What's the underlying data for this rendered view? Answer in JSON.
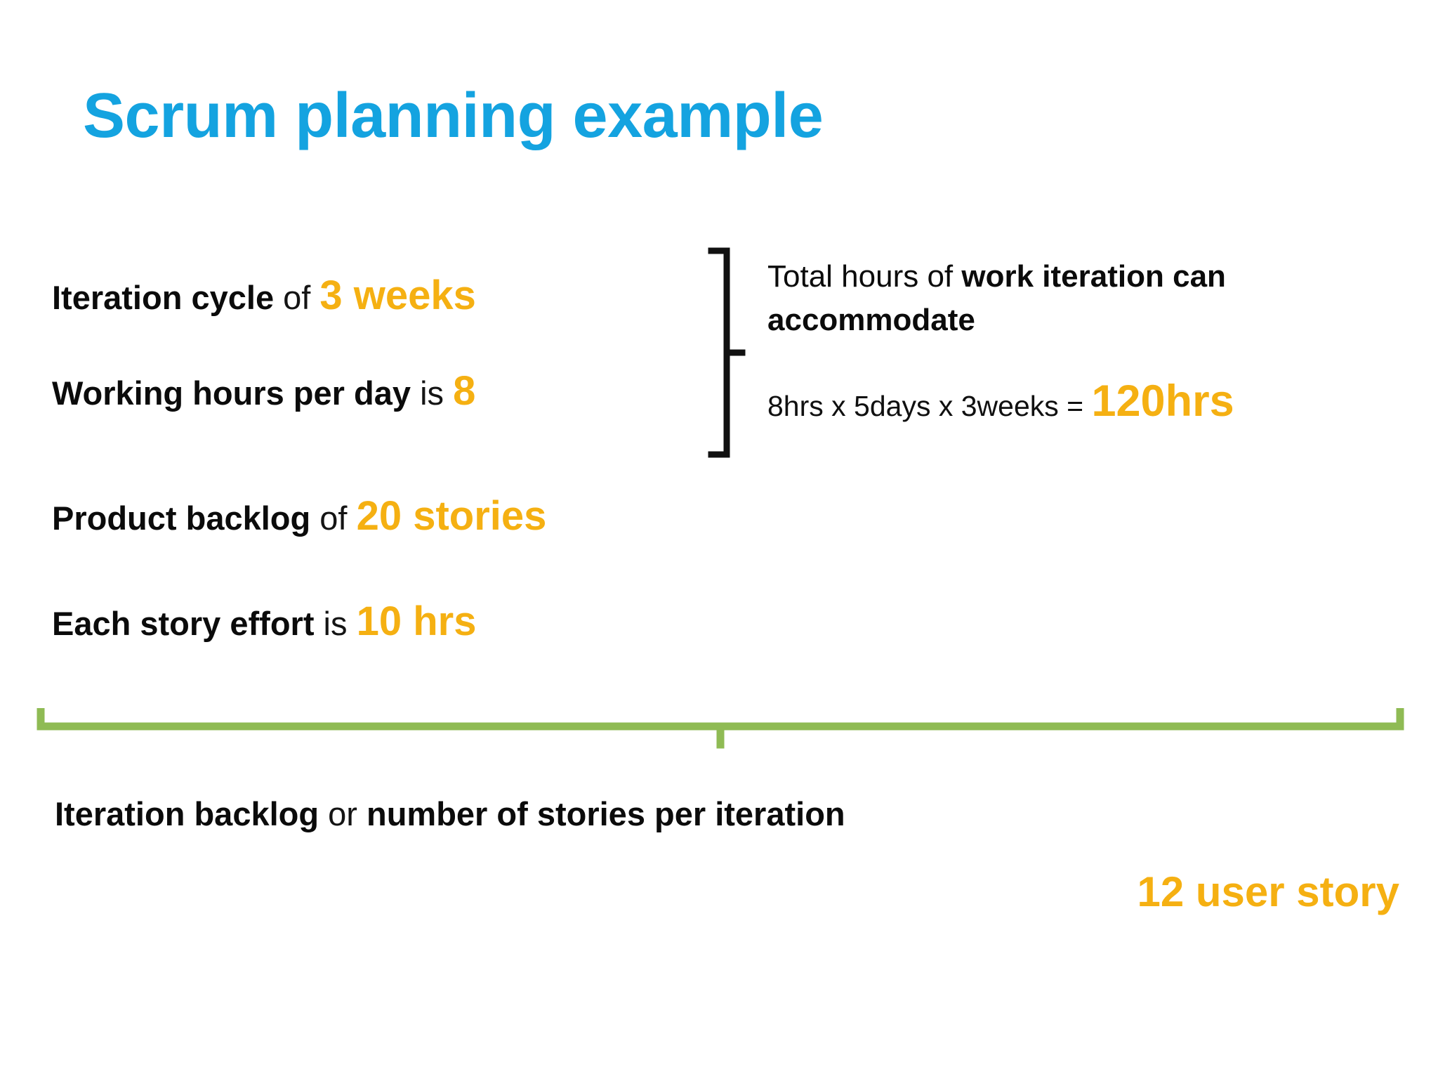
{
  "slide": {
    "title": "Scrum planning example",
    "background_color": "#FFFFFF",
    "accent_blue": "#14A3E0",
    "accent_orange": "#F5B012",
    "accent_green": "#8FBB54",
    "text_color": "#0B0B0B"
  },
  "inputs": [
    {
      "lead": "Iteration cycle",
      "link": "of",
      "value": "3 weeks"
    },
    {
      "lead": "Working hours per day",
      "link": "is",
      "value": "8"
    },
    {
      "lead": "Product backlog",
      "link": "of",
      "value": "20 stories"
    },
    {
      "lead": "Each story effort",
      "link": "is",
      "value": "10 hrs"
    }
  ],
  "callout": {
    "heading_regular": "Total hours of ",
    "heading_bold": "work iteration can accommodate",
    "calculation": "8hrs x 5days x 3weeks = ",
    "total": "120hrs",
    "bracket_icon": "curly-bracket-icon"
  },
  "conclusion": {
    "lead": "Iteration backlog",
    "link": " or ",
    "tail": "number of stories per iteration",
    "result": "12 user story",
    "bracket_icon": "green-bracket-icon"
  }
}
